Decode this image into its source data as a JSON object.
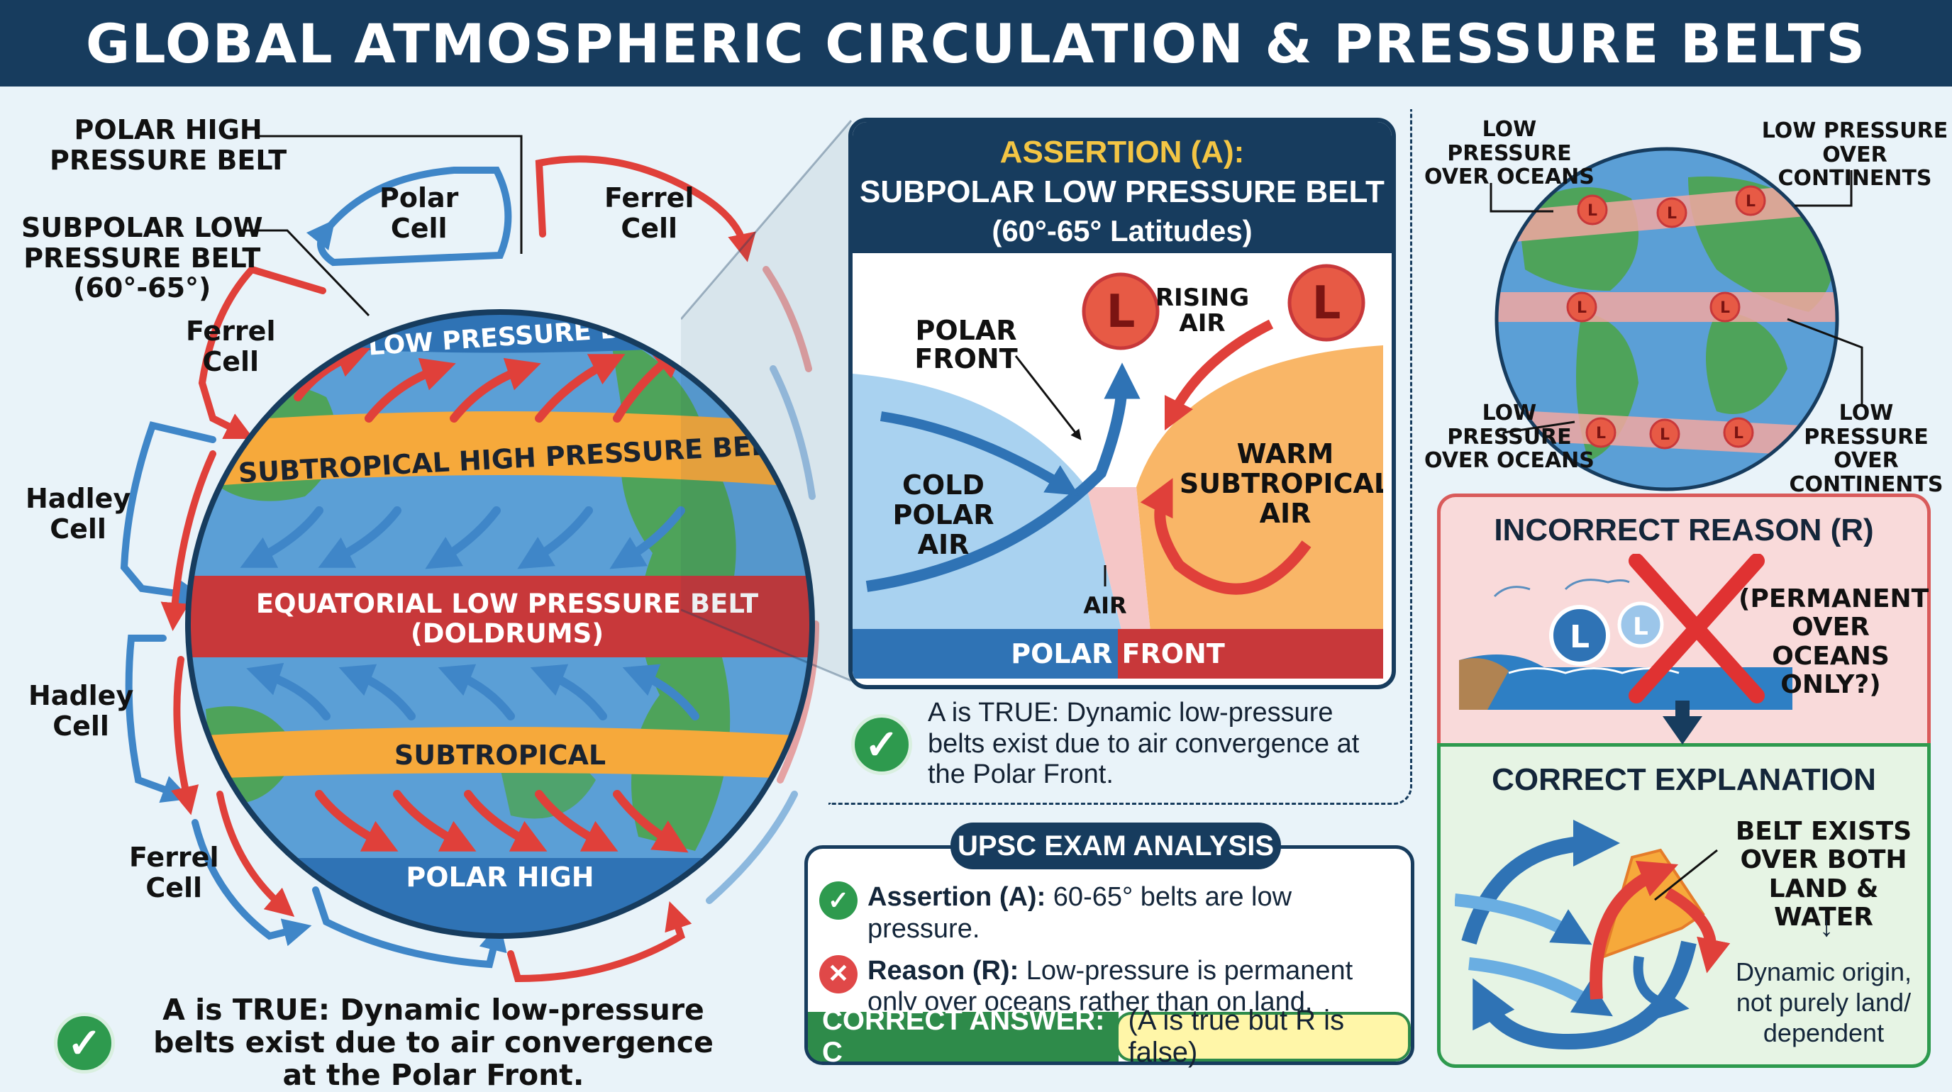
{
  "title": "GLOBAL ATMOSPHERIC CIRCULATION & PRESSURE BELTS",
  "globe": {
    "labels": {
      "polar_high_belt": [
        "POLAR HIGH",
        "PRESSURE BELT"
      ],
      "subpolar_low_belt": [
        "SUBPOLAR LOW",
        "PRESSURE BELT",
        "(60°-65°)"
      ]
    },
    "cells": {
      "polar_cell": [
        "Polar",
        "Cell"
      ],
      "ferrel_cell_top": [
        "Ferrel",
        "Cell"
      ],
      "ferrel_cell_left": [
        "Ferrel",
        "Cell"
      ],
      "hadley_cell_1": [
        "Hadley",
        "Cell"
      ],
      "hadley_cell_2": [
        "Hadley",
        "Cell"
      ],
      "ferrel_cell_bottom": [
        "Ferrel",
        "Cell"
      ]
    },
    "belts": {
      "polar": "POLAR",
      "subpolar_1": "SUBPOLAR",
      "subpolar_2": "LOW PRESSURE BELT",
      "subtropical_high": "SUBTROPICAL HIGH PRESSURE BELT",
      "equatorial_1": "EQUATORIAL LOW PRESSURE BELT",
      "equatorial_2": "(DOLDRUMS)",
      "subtropical": "SUBTROPICAL",
      "polar_high": "POLAR HIGH"
    },
    "note": "A is TRUE: Dynamic low-pressure belts exist due to air convergence at the Polar Front."
  },
  "assertion": {
    "heading": "ASSERTION (A):",
    "subheading": "SUBPOLAR LOW PRESSURE BELT",
    "latitudes": "(60°-65° Latitudes)",
    "polar_front_label": [
      "POLAR",
      "FRONT"
    ],
    "rising_air": [
      "RISING",
      "AIR"
    ],
    "cold_air": [
      "COLD",
      "POLAR",
      "AIR"
    ],
    "warm_air": [
      "WARM",
      "SUBTROPICAL",
      "AIR"
    ],
    "air_label": "AIR",
    "bottom_label": "POLAR FRONT",
    "low_symbol": "L",
    "note": "A is TRUE: Dynamic low-pressure belts exist due to air convergence at the Polar Front."
  },
  "upsc": {
    "title": "UPSC EXAM ANALYSIS",
    "assertion_label": "Assertion (A):",
    "assertion_text": "60-65° belts are low pressure.",
    "reason_label": "Reason (R):",
    "reason_text": "Low-pressure is permanent only over oceans rather than on land.",
    "answer_label": "CORRECT ANSWER: C",
    "answer_text": "(A is true but R is false)"
  },
  "world": {
    "low_oceans_top": [
      "LOW",
      "PRESSURE",
      "OVER OCEANS"
    ],
    "low_continents_top": [
      "LOW PRESSURE",
      "OVER CONTINENTS"
    ],
    "low_oceans_bottom": [
      "LOW",
      "PRESSURE",
      "OVER OCEANS"
    ],
    "low_continents_bottom": [
      "LOW",
      "PRESSURE OVER",
      "CONTINENTS"
    ],
    "low_symbol": "L"
  },
  "reason": {
    "title": "INCORRECT REASON (R)",
    "text": [
      "(PERMANENT",
      "OVER OCEANS",
      "ONLY?)"
    ],
    "low_symbol": "L"
  },
  "explanation": {
    "title": "CORRECT EXPLANATION",
    "belt": [
      "BELT EXISTS",
      "OVER BOTH",
      "LAND & WATER"
    ],
    "origin": [
      "Dynamic origin,",
      "not purely land/",
      "dependent"
    ]
  },
  "colors": {
    "navy": "#173c5e",
    "red_belt": "#c8383a",
    "orange_belt": "#f6a93b",
    "blue_belt": "#2f73b5",
    "ocean": "#5b9fd6",
    "land": "#4ea35a",
    "check_green": "#2e9a4e",
    "cross_red": "#e04848"
  }
}
